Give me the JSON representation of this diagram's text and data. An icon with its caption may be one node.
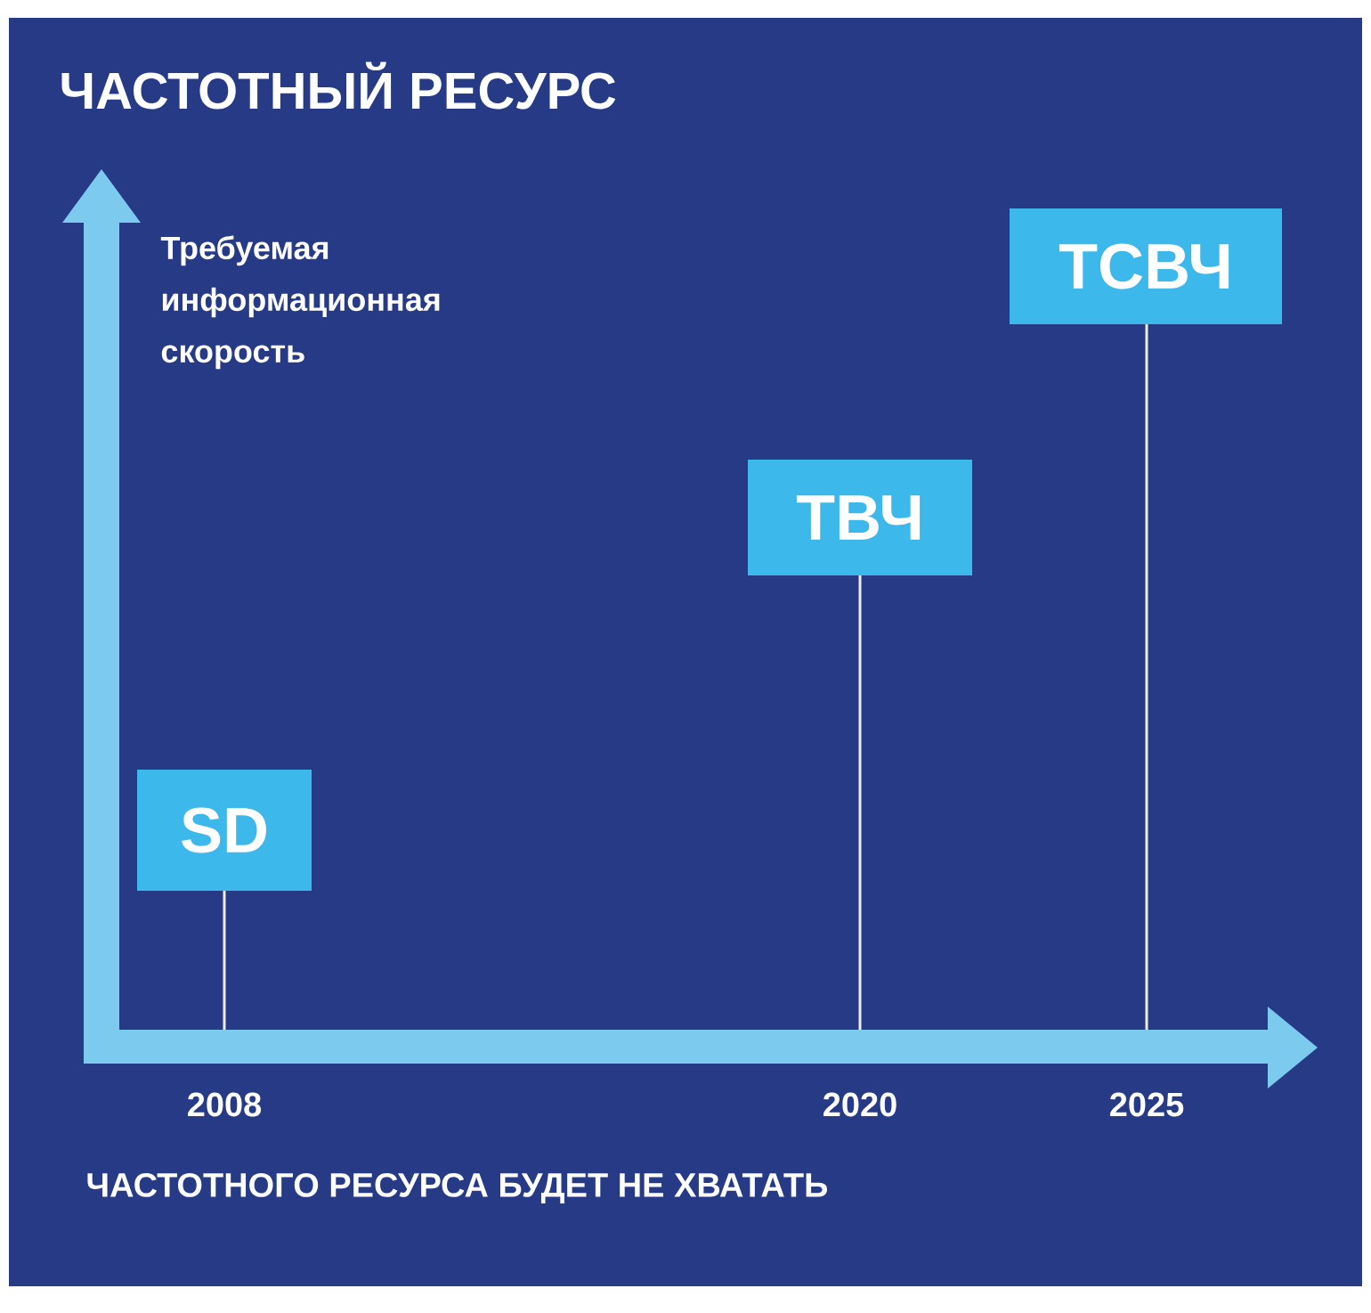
{
  "diagram": {
    "title": "ЧАСТОТНЫЙ РЕСУРС",
    "nodes": [
      {
        "text": [
          "SD"
        ]
      },
      {
        "text": [
          "ТВЧ"
        ]
      },
      {
        "text": [
          "ТСВЧ"
        ]
      }
    ],
    "labels": [
      "Требуемая информационная скорость",
      "2008",
      "2020",
      "2025",
      "ЧАСТОТНОГО РЕСУРСА БУДЕТ НЕ ХВАТАТЬ"
    ]
  }
}
